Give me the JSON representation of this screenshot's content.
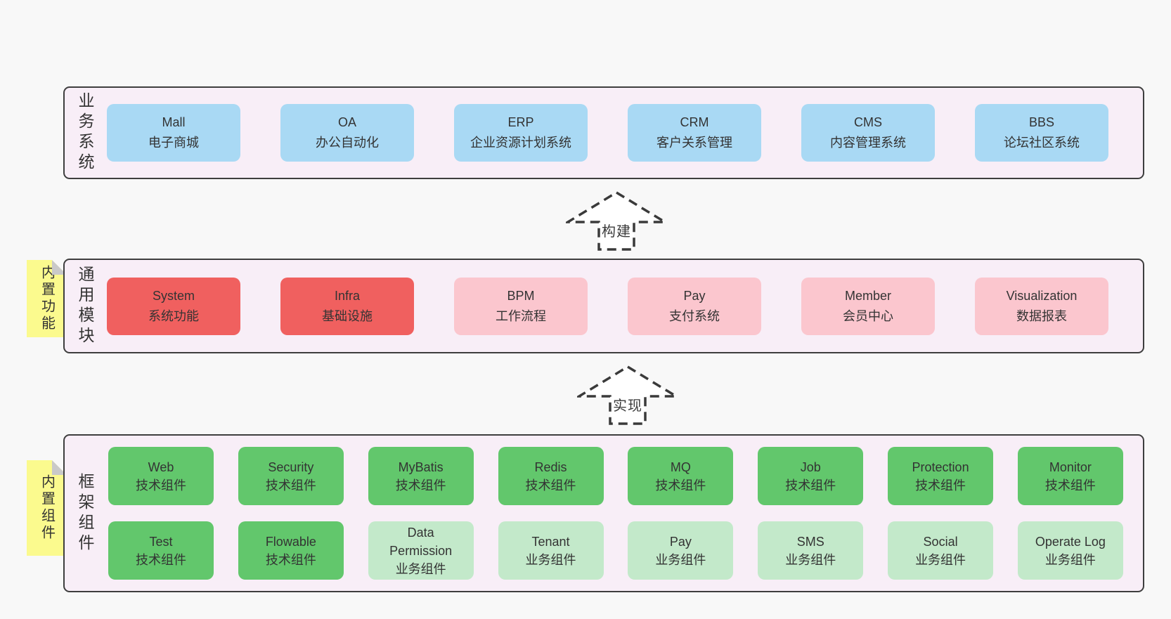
{
  "colors": {
    "page_bg": "#f8f8f8",
    "band_bg": "#f8eef7",
    "band_border": "#3e3e3e",
    "blue": "#a9d9f4",
    "red": "#f0605f",
    "pink": "#fbc6ce",
    "green": "#62c76c",
    "light_green": "#c3e9ca",
    "sticky_yellow": "#fbfa8e",
    "sticky_fold": "#c9c9c9",
    "text": "#333333",
    "arrow_stroke": "#3a3a3a"
  },
  "arrows": [
    {
      "label": "构建"
    },
    {
      "label": "实现"
    }
  ],
  "bands": [
    {
      "label": "业务系统",
      "rows": [
        [
          {
            "title": "Mall",
            "subtitle": "电子商城",
            "variant": "blue"
          },
          {
            "title": "OA",
            "subtitle": "办公自动化",
            "variant": "blue"
          },
          {
            "title": "ERP",
            "subtitle": "企业资源计划系统",
            "variant": "blue"
          },
          {
            "title": "CRM",
            "subtitle": "客户关系管理",
            "variant": "blue"
          },
          {
            "title": "CMS",
            "subtitle": "内容管理系统",
            "variant": "blue"
          },
          {
            "title": "BBS",
            "subtitle": "论坛社区系统",
            "variant": "blue"
          }
        ]
      ]
    },
    {
      "label": "通用模块",
      "sticky": "内置功能",
      "rows": [
        [
          {
            "title": "System",
            "subtitle": "系统功能",
            "variant": "red"
          },
          {
            "title": "Infra",
            "subtitle": "基础设施",
            "variant": "red"
          },
          {
            "title": "BPM",
            "subtitle": "工作流程",
            "variant": "pink"
          },
          {
            "title": "Pay",
            "subtitle": "支付系统",
            "variant": "pink"
          },
          {
            "title": "Member",
            "subtitle": "会员中心",
            "variant": "pink"
          },
          {
            "title": "Visualization",
            "subtitle": "数据报表",
            "variant": "pink"
          }
        ]
      ]
    },
    {
      "label": "框架组件",
      "sticky": "内置组件",
      "rows": [
        [
          {
            "title": "Web",
            "subtitle": "技术组件",
            "variant": "green"
          },
          {
            "title": "Security",
            "subtitle": "技术组件",
            "variant": "green"
          },
          {
            "title": "MyBatis",
            "subtitle": "技术组件",
            "variant": "green"
          },
          {
            "title": "Redis",
            "subtitle": "技术组件",
            "variant": "green"
          },
          {
            "title": "MQ",
            "subtitle": "技术组件",
            "variant": "green"
          },
          {
            "title": "Job",
            "subtitle": "技术组件",
            "variant": "green"
          },
          {
            "title": "Protection",
            "subtitle": "技术组件",
            "variant": "green"
          },
          {
            "title": "Monitor",
            "subtitle": "技术组件",
            "variant": "green"
          }
        ],
        [
          {
            "title": "Test",
            "subtitle": "技术组件",
            "variant": "green"
          },
          {
            "title": "Flowable",
            "subtitle": "技术组件",
            "variant": "green"
          },
          {
            "title": "Data Permission",
            "subtitle": "业务组件",
            "variant": "light_green"
          },
          {
            "title": "Tenant",
            "subtitle": "业务组件",
            "variant": "light_green"
          },
          {
            "title": "Pay",
            "subtitle": "业务组件",
            "variant": "light_green"
          },
          {
            "title": "SMS",
            "subtitle": "业务组件",
            "variant": "light_green"
          },
          {
            "title": "Social",
            "subtitle": "业务组件",
            "variant": "light_green"
          },
          {
            "title": "Operate Log",
            "subtitle": "业务组件",
            "variant": "light_green"
          }
        ]
      ]
    }
  ]
}
